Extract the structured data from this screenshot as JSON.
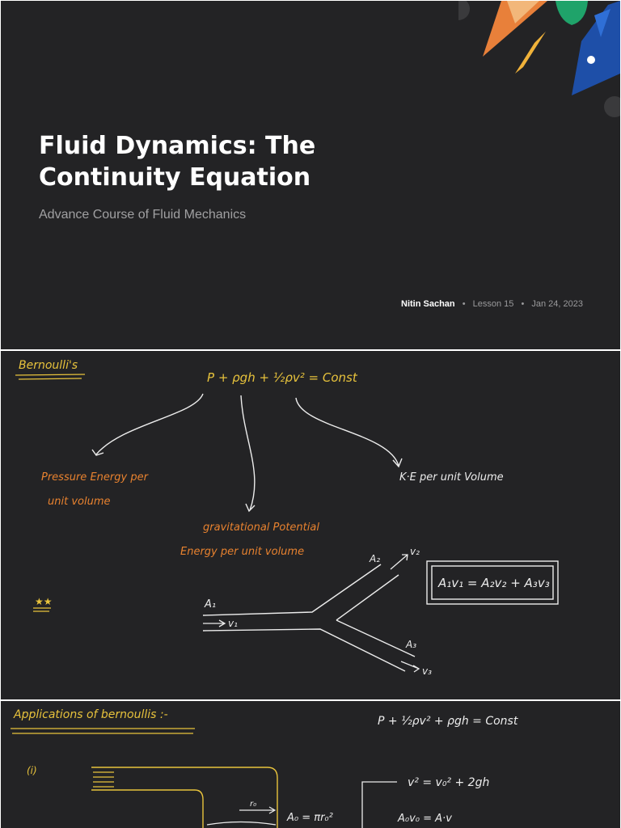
{
  "slide1": {
    "title": "Fluid Dynamics: The Continuity Equation",
    "subtitle": "Advance Course of Fluid Mechanics",
    "author": "Nitin Sachan",
    "lesson": "Lesson 15",
    "date": "Jan 24, 2023",
    "separator": "•"
  },
  "slide2": {
    "heading": "Bernoulli's",
    "equation": "P + ρgh + ½ρv² = Const",
    "pressure_label_1": "Pressure Energy per",
    "pressure_label_2": "unit volume",
    "potential_label_1": "gravitational Potential",
    "potential_label_2": "Energy per unit volume",
    "ke_label": "K·E  per unit Volume",
    "a1": "A₁",
    "v1": "v₁",
    "a2": "A₂",
    "v2": "v₂",
    "a3": "A₃",
    "v3": "v₃",
    "stars": "★★",
    "continuity": "A₁v₁ = A₂v₂ + A₃v₃"
  },
  "slide3": {
    "heading": "Applications of bernoullis :-",
    "equation": "P + ½ρv² + ρgh = Const",
    "item_marker": "(i)",
    "r0": "r₀",
    "area": "A₀ = πr₀²",
    "v_eq": "v² = v₀² + 2gh",
    "flow_eq": "A₀v₀ = A·v"
  },
  "colors": {
    "background": "#232325",
    "ink_white": "#ececec",
    "ink_yellow": "#e8c33c",
    "ink_orange": "#e8822f"
  }
}
